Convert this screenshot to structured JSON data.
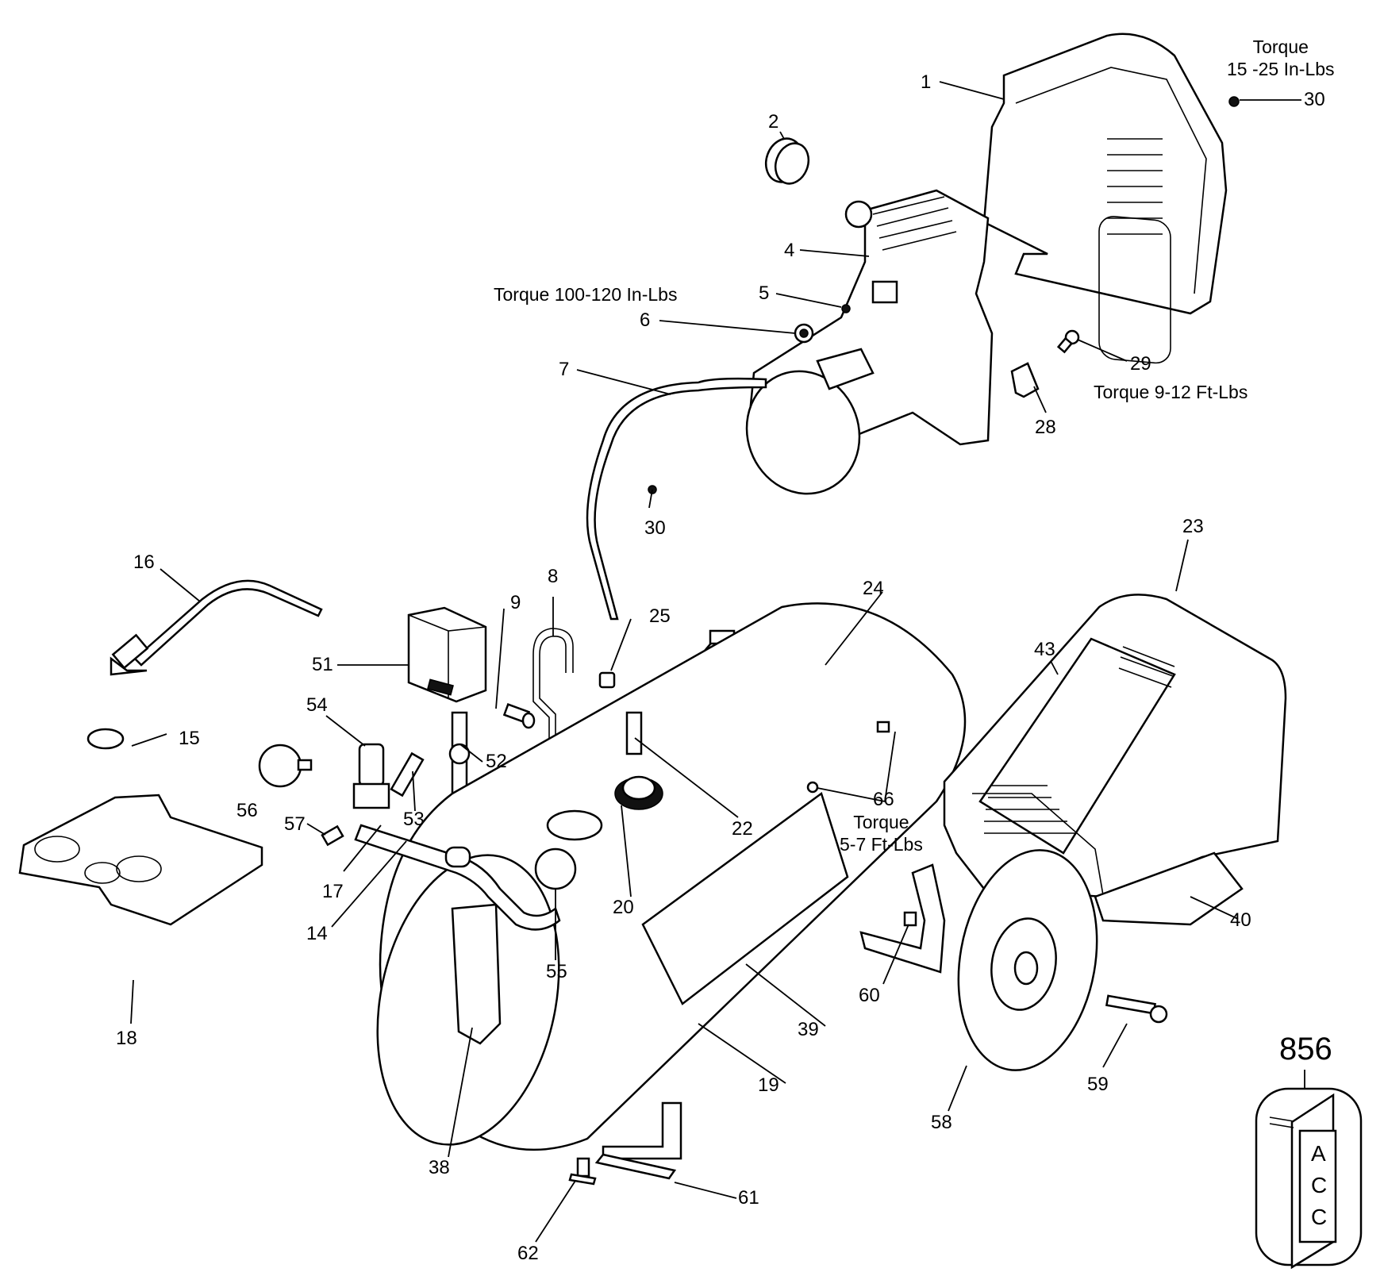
{
  "diagram": {
    "title": "Air compressor exploded parts diagram",
    "accessory_kit": {
      "number": "856",
      "card_letters": [
        "A",
        "C",
        "C"
      ]
    },
    "torque_notes": [
      {
        "id": "torque-30-cover",
        "lines": [
          "Torque",
          "15 -25 In-Lbs"
        ]
      },
      {
        "id": "torque-6",
        "lines": [
          "Torque 100-120 In-Lbs"
        ]
      },
      {
        "id": "torque-29",
        "lines": [
          "Torque 9-12 Ft-Lbs"
        ]
      },
      {
        "id": "torque-66",
        "lines": [
          "Torque",
          "5-7 Ft-Lbs"
        ]
      }
    ],
    "callouts": [
      {
        "num": "1",
        "part": "shroud-rear"
      },
      {
        "num": "2",
        "part": "cap"
      },
      {
        "num": "4",
        "part": "pump-motor-assembly"
      },
      {
        "num": "5",
        "part": "small-fitting"
      },
      {
        "num": "6",
        "part": "nut"
      },
      {
        "num": "7",
        "part": "outlet-tube"
      },
      {
        "num": "30",
        "part": "screw-shroud"
      },
      {
        "num": "29",
        "part": "bolt"
      },
      {
        "num": "28",
        "part": "isolator"
      },
      {
        "num": "30",
        "part": "screw-motor"
      },
      {
        "num": "16",
        "part": "power-cord"
      },
      {
        "num": "8",
        "part": "tube"
      },
      {
        "num": "9",
        "part": "fitting"
      },
      {
        "num": "25",
        "part": "nut"
      },
      {
        "num": "24",
        "part": "motor-bracket"
      },
      {
        "num": "23",
        "part": "shroud-front-seal"
      },
      {
        "num": "43",
        "part": "shroud-front"
      },
      {
        "num": "51",
        "part": "pressure-switch"
      },
      {
        "num": "54",
        "part": "regulator"
      },
      {
        "num": "15",
        "part": "ring"
      },
      {
        "num": "52",
        "part": "tee-fitting"
      },
      {
        "num": "56",
        "part": "gauge"
      },
      {
        "num": "53",
        "part": "nipple"
      },
      {
        "num": "57",
        "part": "quick-coupler"
      },
      {
        "num": "22",
        "part": "check-valve"
      },
      {
        "num": "20",
        "part": "bushing"
      },
      {
        "num": "66",
        "part": "screw-clip"
      },
      {
        "num": "17",
        "part": "handle-grip"
      },
      {
        "num": "14",
        "part": "handle"
      },
      {
        "num": "55",
        "part": "tank-gauge"
      },
      {
        "num": "40",
        "part": "base-shroud"
      },
      {
        "num": "18",
        "part": "storage-tray"
      },
      {
        "num": "60",
        "part": "nut"
      },
      {
        "num": "39",
        "part": "label"
      },
      {
        "num": "19",
        "part": "tank"
      },
      {
        "num": "59",
        "part": "axle-bolt"
      },
      {
        "num": "58",
        "part": "wheel"
      },
      {
        "num": "38",
        "part": "tank-label"
      },
      {
        "num": "61",
        "part": "foot-pad"
      },
      {
        "num": "62",
        "part": "drain-valve"
      }
    ]
  }
}
